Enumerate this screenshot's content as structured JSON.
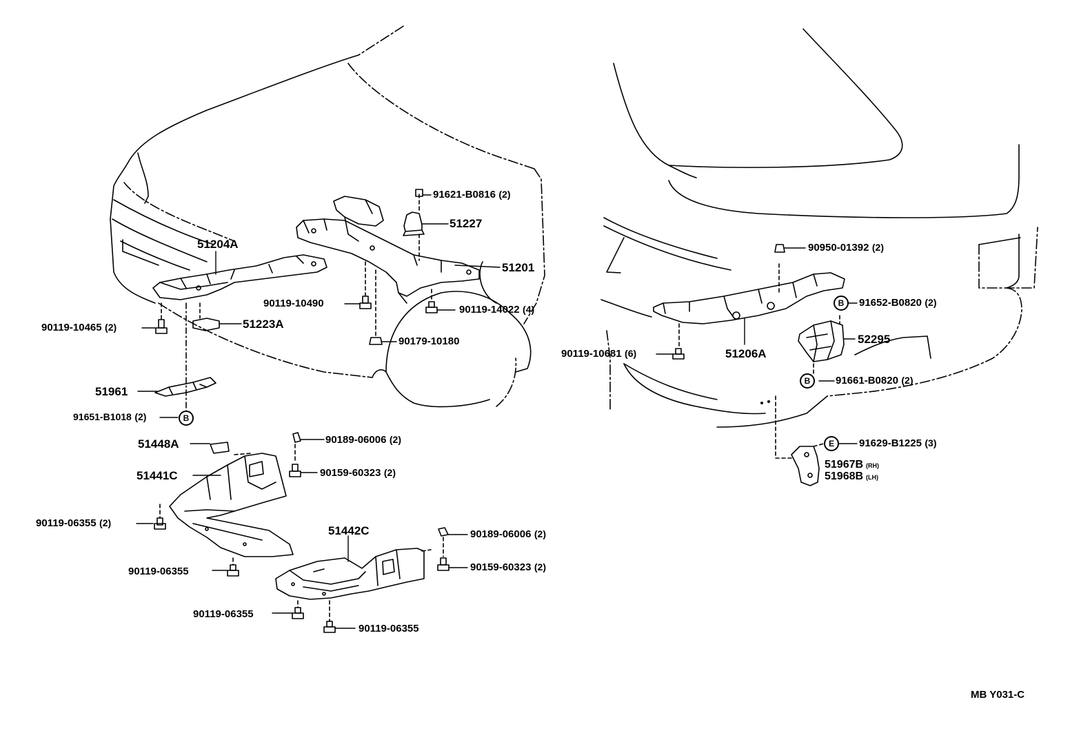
{
  "labels": {
    "p91621": {
      "part": "91621-B0816",
      "qty": "(2)"
    },
    "p51227": {
      "part": "51227",
      "qty": ""
    },
    "p51204A": {
      "part": "51204A",
      "qty": ""
    },
    "p51201": {
      "part": "51201",
      "qty": ""
    },
    "p90119_10490": {
      "part": "90119-10490",
      "qty": ""
    },
    "p90119_14022": {
      "part": "90119-14022",
      "qty": "(4)"
    },
    "p90119_10465": {
      "part": "90119-10465",
      "qty": "(2)"
    },
    "p51223A": {
      "part": "51223A",
      "qty": ""
    },
    "p90179_10180": {
      "part": "90179-10180",
      "qty": ""
    },
    "p51961": {
      "part": "51961",
      "qty": ""
    },
    "p91651": {
      "part": "91651-B1018",
      "qty": "(2)"
    },
    "p51448A": {
      "part": "51448A",
      "qty": ""
    },
    "p90189_a": {
      "part": "90189-06006",
      "qty": "(2)"
    },
    "p51441C": {
      "part": "51441C",
      "qty": ""
    },
    "p90159_a": {
      "part": "90159-60323",
      "qty": "(2)"
    },
    "p90119_06355_a": {
      "part": "90119-06355",
      "qty": "(2)"
    },
    "p51442C": {
      "part": "51442C",
      "qty": ""
    },
    "p90189_b": {
      "part": "90189-06006",
      "qty": "(2)"
    },
    "p90159_b": {
      "part": "90159-60323",
      "qty": "(2)"
    },
    "p90119_06355_b": {
      "part": "90119-06355",
      "qty": ""
    },
    "p90119_06355_c": {
      "part": "90119-06355",
      "qty": ""
    },
    "p90119_06355_d": {
      "part": "90119-06355",
      "qty": ""
    },
    "p90950": {
      "part": "90950-01392",
      "qty": "(2)"
    },
    "p91652": {
      "part": "91652-B0820",
      "qty": "(2)"
    },
    "p52295": {
      "part": "52295",
      "qty": ""
    },
    "p90119_10681": {
      "part": "90119-10681",
      "qty": "(6)"
    },
    "p51206A": {
      "part": "51206A",
      "qty": ""
    },
    "p91661": {
      "part": "91661-B0820",
      "qty": "(2)"
    },
    "p91629": {
      "part": "91629-B1225",
      "qty": "(3)"
    },
    "p51967B": {
      "part": "51967B",
      "side": "(RH)"
    },
    "p51968B": {
      "part": "51968B",
      "side": "(LH)"
    }
  },
  "markers": {
    "m91651": "B",
    "m91652": "B",
    "m91661": "B",
    "m91629": "E"
  },
  "diagram_code": "MB  Y031-C"
}
